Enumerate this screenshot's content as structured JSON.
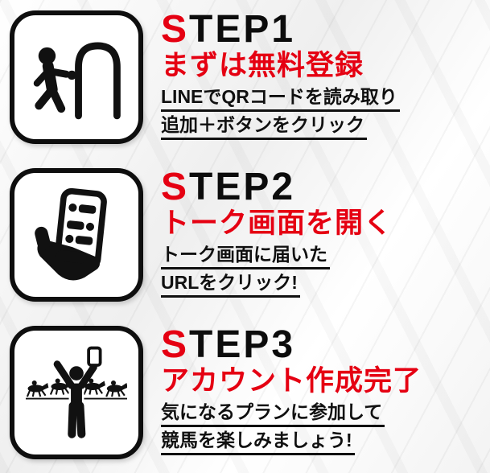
{
  "accent_color": "#e50012",
  "steps": [
    {
      "label_first": "S",
      "label_rest": "TEP1",
      "title": "まずは無料登録",
      "line1": "LINEでQRコードを読み取り",
      "line2": "追加＋ボタンをクリック",
      "icon": "door-enter-icon"
    },
    {
      "label_first": "S",
      "label_rest": "TEP2",
      "title": "トーク画面を開く",
      "line1": "トーク画面に届いた",
      "line2": "URLをクリック!",
      "icon": "smartphone-chat-icon"
    },
    {
      "label_first": "S",
      "label_rest": "TEP3",
      "title": "アカウント作成完了",
      "line1": "気になるプランに参加して",
      "line2": "競馬を楽しみましょう!",
      "icon": "cheering-horse-racing-icon"
    }
  ]
}
